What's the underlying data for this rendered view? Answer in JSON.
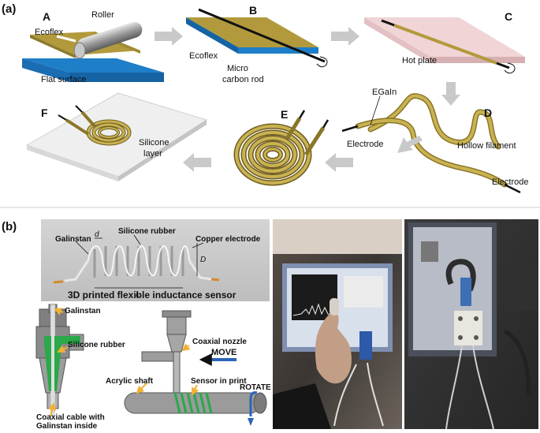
{
  "panel_a": {
    "tag": "(a)",
    "steps": [
      "A",
      "B",
      "C",
      "D",
      "E",
      "F"
    ],
    "labels": {
      "ecoflex_a": "Ecoflex",
      "roller": "Roller",
      "flat_surface": "Flat surface",
      "ecoflex_b": "Ecoflex",
      "micro": "Micro",
      "carbon_rod": "carbon rod",
      "hot_plate": "Hot plate",
      "egain": "EGaIn",
      "electrode_left": "Electrode",
      "hollow_filament": "Hollow filament",
      "electrode_right": "Electrode",
      "silicone": "Silicone",
      "layer": "layer"
    }
  },
  "panel_b": {
    "tag": "(b)",
    "sensor": {
      "galinstan": "Galinstan",
      "silicone_rubber": "Silicone rubber",
      "copper_electrode": "Copper electrode",
      "dim_d": "d",
      "dim_D": "D",
      "dim_L": "L",
      "caption": "3D printed flexible inductance sensor"
    },
    "printer": {
      "galinstan": "Galinstan",
      "silicone_rubber": "Silicone  rubber",
      "coax_line1": "Coaxial cable with",
      "coax_line2": "Galinstan inside",
      "coaxial_nozzle": "Coaxial nozzle",
      "move": "MOVE",
      "rotate": "ROTATE",
      "acrylic_shaft": "Acrylic shaft",
      "sensor_in_print": "Sensor in print"
    }
  },
  "colors": {
    "ecoflex_gold": "#b29a3c",
    "surface_blue": "#1f7ec8",
    "arrow_grey": "#c9c9c9",
    "print_green": "#2aa84a",
    "label_orange": "#f2b134",
    "move_blue": "#2c64b8"
  }
}
